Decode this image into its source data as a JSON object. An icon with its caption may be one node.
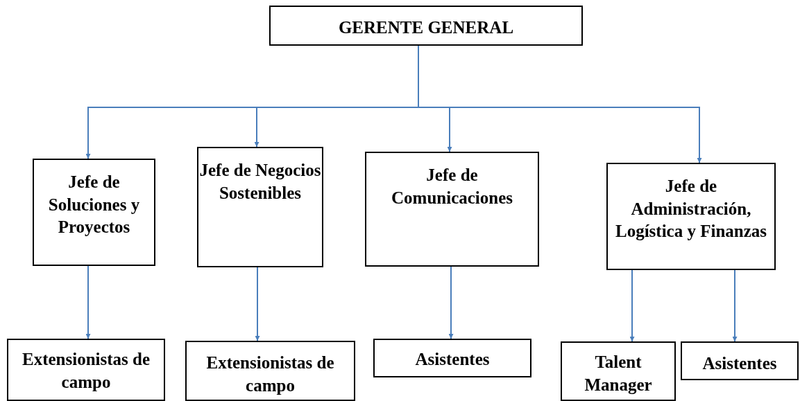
{
  "diagram": {
    "nodes": [
      {
        "text": [
          "GERENTE GENERAL"
        ]
      },
      {
        "text": [
          "Jefe de Soluciones y Proyectos"
        ]
      },
      {
        "text": [
          "Jefe de Negocios Sostenibles"
        ]
      },
      {
        "text": [
          "Jefe de Comunicaciones"
        ]
      },
      {
        "text": [
          "Jefe de Administración, Logística y Finanzas"
        ]
      },
      {
        "text": [
          "Extensionistas de campo"
        ]
      },
      {
        "text": [
          "Extensionistas de campo"
        ]
      },
      {
        "text": [
          "Asistentes"
        ]
      },
      {
        "text": [
          "Talent Manager"
        ]
      },
      {
        "text": [
          "Asistentes"
        ]
      }
    ],
    "edges": [
      {
        "from": 0,
        "to": 1,
        "arrow": "to"
      },
      {
        "from": 0,
        "to": 2,
        "arrow": "to"
      },
      {
        "from": 0,
        "to": 3,
        "arrow": "to"
      },
      {
        "from": 0,
        "to": 4,
        "arrow": "to"
      },
      {
        "from": 1,
        "to": 5,
        "arrow": "to"
      },
      {
        "from": 2,
        "to": 6,
        "arrow": "to"
      },
      {
        "from": 3,
        "to": 7,
        "arrow": "to"
      },
      {
        "from": 4,
        "to": 8,
        "arrow": "to"
      },
      {
        "from": 4,
        "to": 9,
        "arrow": "to"
      }
    ]
  }
}
